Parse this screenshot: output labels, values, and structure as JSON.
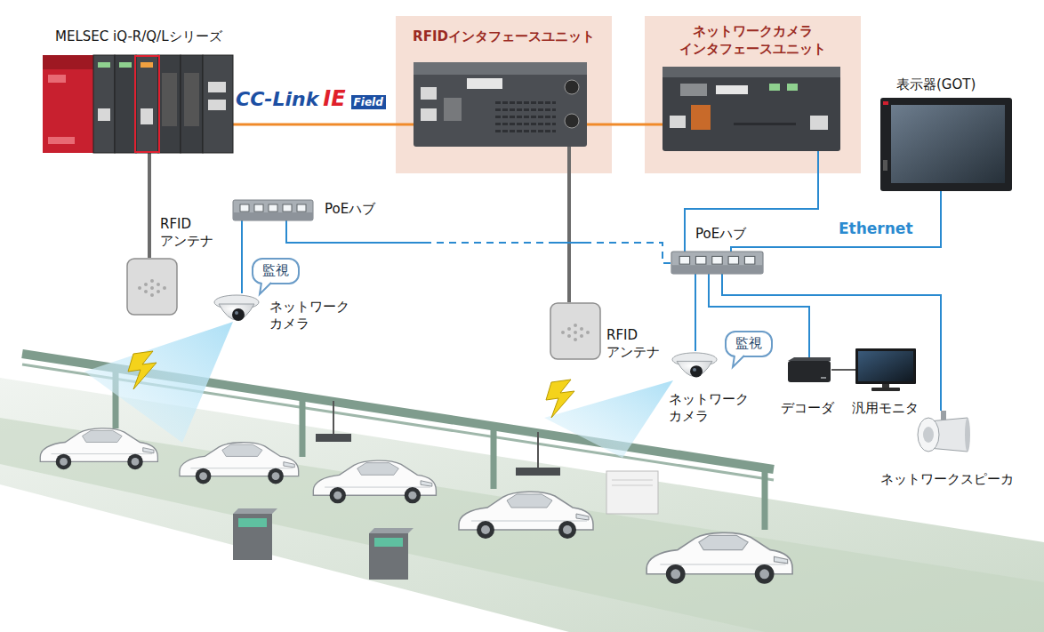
{
  "diagram": {
    "nodes": [
      {
        "text": [
          "MELSEC iQ-R/Q/Lシリーズ"
        ]
      },
      {
        "text": [
          "RFIDインタフェースユニット"
        ]
      },
      {
        "text": [
          "ネットワークカメラ インタフェースユニット"
        ]
      },
      {
        "text": [
          "表示器(GOT)"
        ]
      },
      {
        "text": [
          "RFID アンテナ"
        ]
      },
      {
        "text": [
          "PoEハブ"
        ]
      },
      {
        "text": [
          "監視"
        ]
      },
      {
        "text": [
          "ネットワーク カメラ"
        ]
      },
      {
        "text": [
          "PoEハブ"
        ]
      },
      {
        "text": [
          "RFID アンテナ"
        ]
      },
      {
        "text": [
          "監視"
        ]
      },
      {
        "text": [
          "ネットワーク カメラ"
        ]
      },
      {
        "text": [
          "デコーダ"
        ]
      },
      {
        "text": [
          "汎用モニタ"
        ]
      },
      {
        "text": [
          "ネットワークスピーカ"
        ]
      }
    ],
    "edges": [
      {
        "from": 0,
        "to": 1,
        "arrow": "none"
      },
      {
        "from": 1,
        "to": 2,
        "arrow": "none"
      },
      {
        "from": 0,
        "to": 4,
        "arrow": "none"
      },
      {
        "from": 1,
        "to": 9,
        "arrow": "none"
      },
      {
        "from": 2,
        "to": 8,
        "arrow": "none"
      },
      {
        "from": 5,
        "to": 7,
        "arrow": "none"
      },
      {
        "from": 5,
        "to": 8,
        "arrow": "none"
      },
      {
        "from": 3,
        "to": 8,
        "label": "Ethernet",
        "arrow": "none"
      },
      {
        "from": 8,
        "to": 11,
        "arrow": "none"
      },
      {
        "from": 8,
        "to": 12,
        "arrow": "none"
      },
      {
        "from": 12,
        "to": 13,
        "arrow": "none"
      },
      {
        "from": 8,
        "to": 14,
        "arrow": "none"
      }
    ],
    "labels": [
      "CC-Link",
      "IE",
      "Field"
    ]
  }
}
